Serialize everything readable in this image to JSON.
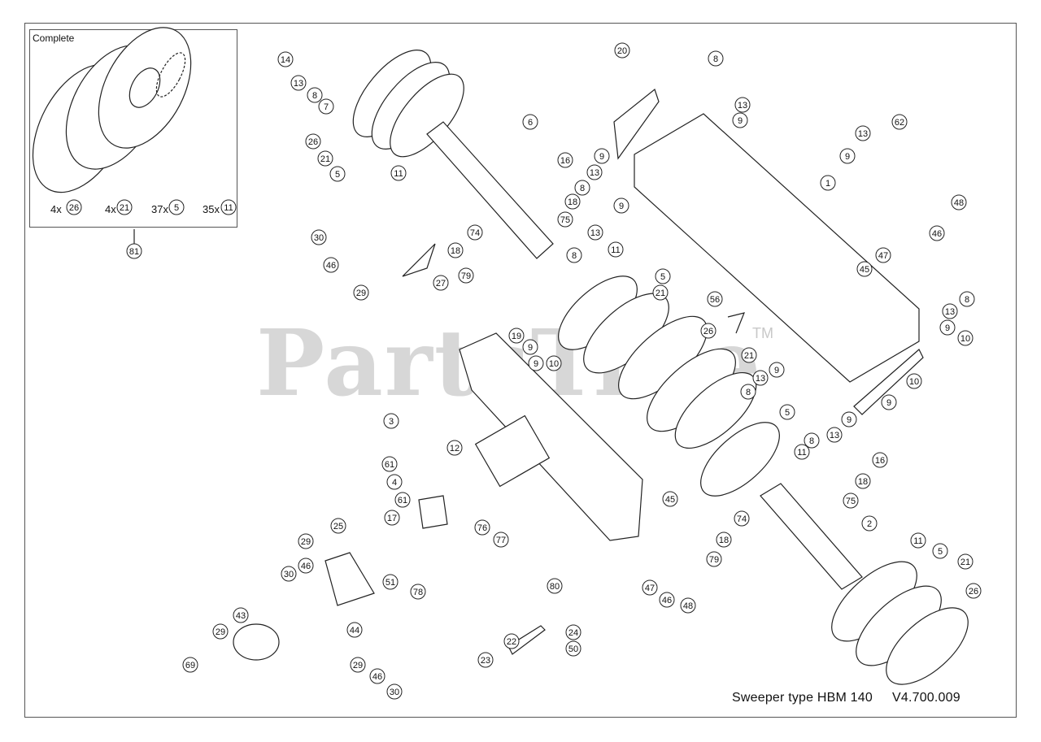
{
  "inset": {
    "title": "Complete",
    "labels": [
      "4x",
      "4x",
      "37x",
      "35x"
    ],
    "refs": [
      "26",
      "21",
      "5",
      "11"
    ],
    "assembly_ref": "81"
  },
  "watermark": "PartsTree",
  "watermark_tm": "TM",
  "footer": {
    "title": "Sweeper type HBM 140",
    "version": "V4.700.009"
  },
  "callouts": [
    "1",
    "2",
    "3",
    "4",
    "5",
    "6",
    "7",
    "8",
    "9",
    "10",
    "11",
    "12",
    "13",
    "14",
    "16",
    "17",
    "18",
    "19",
    "20",
    "21",
    "22",
    "23",
    "24",
    "25",
    "26",
    "27",
    "29",
    "30",
    "43",
    "44",
    "45",
    "46",
    "47",
    "48",
    "50",
    "51",
    "56",
    "61",
    "62",
    "69",
    "74",
    "75",
    "76",
    "77",
    "78",
    "79",
    "80",
    "81"
  ]
}
